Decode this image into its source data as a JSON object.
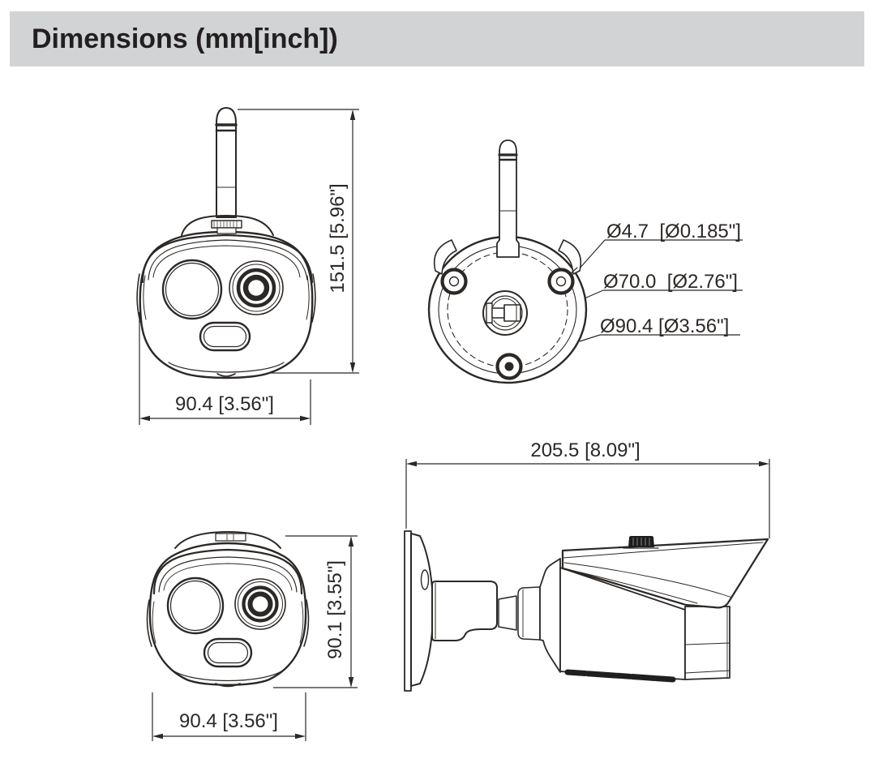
{
  "header": {
    "title": "Dimensions (mm[inch])"
  },
  "views": {
    "front_with_antenna": {
      "name": "front-view-with-antenna",
      "height_dim": "151.5 [5.96\"]",
      "width_dim": "90.4 [3.56\"]"
    },
    "base": {
      "name": "base-view",
      "callouts": [
        "Ø4.7  [Ø0.185\"]",
        "Ø70.0  [Ø2.76\"]",
        "Ø90.4 [Ø3.56\"]"
      ]
    },
    "front": {
      "name": "front-view",
      "height_dim": "90.1 [3.55\"]",
      "width_dim": "90.4 [3.56\"]"
    },
    "side": {
      "name": "side-view",
      "length_dim": "205.5 [8.09\"]"
    }
  },
  "colors": {
    "header_bg": "#d1d3d4",
    "ink": "#231f20"
  }
}
